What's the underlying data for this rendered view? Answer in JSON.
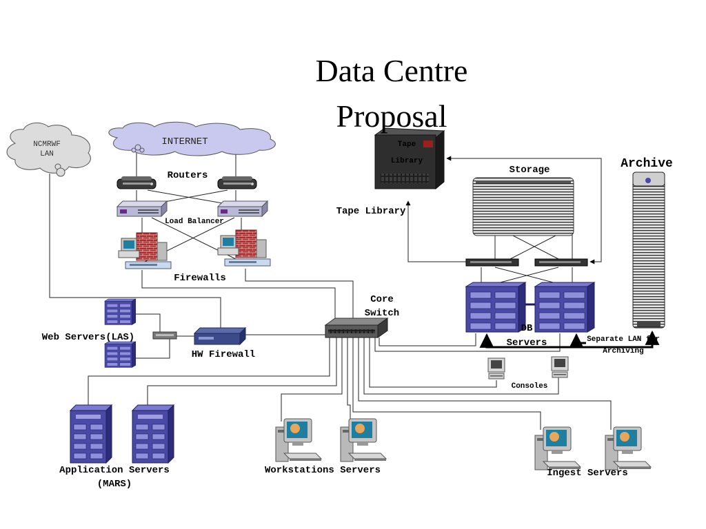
{
  "title": {
    "line1": "Data Centre",
    "line2": "Proposal"
  },
  "clouds": {
    "ncmrwf_line1": "NCMRWF",
    "ncmrwf_line2": "LAN",
    "internet": "INTERNET"
  },
  "labels": {
    "routers": "Routers",
    "load_balancer": "Load Balancer",
    "firewalls": "Firewalls",
    "web_servers": "Web Servers(LAS)",
    "hw_firewall": "HW Firewall",
    "core_switch_line1": "Core",
    "core_switch_line2": "Switch",
    "tape_library_device_line1": "Tape",
    "tape_library_device_line2": "Library",
    "tape_library": "Tape Library",
    "storage": "Storage",
    "archive": "Archive",
    "db_servers_line1": "DB",
    "db_servers_line2": "Servers",
    "separate_lan_line1": "Separate LAN for",
    "separate_lan_line2": "Archiving",
    "consoles": "Consoles",
    "application_servers_line1": "Application Servers",
    "application_servers_line2": "(MARS)",
    "workstations_servers": "Workstations Servers",
    "ingest_servers": "Ingest Servers"
  },
  "colors": {
    "cloud_fill": "#c9c9f0",
    "ncmrwf_fill": "#dcdcdc",
    "server_blue": "#4a4aa6",
    "server_dark": "#2c2c7a",
    "brick": "#b02a2a"
  }
}
